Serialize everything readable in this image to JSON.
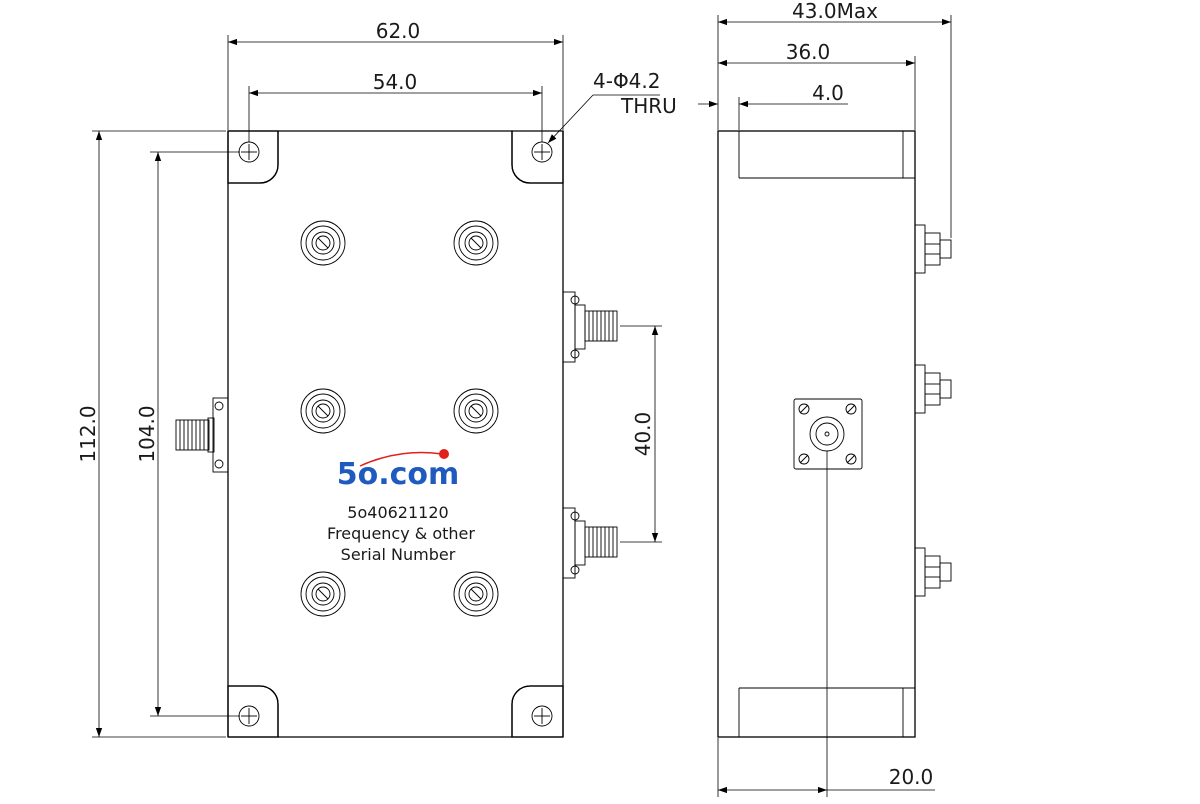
{
  "dimensions": {
    "width_overall": "62.0",
    "hole_spacing_x": "54.0",
    "height_overall": "112.0",
    "hole_spacing_y": "104.0",
    "port_spacing": "40.0",
    "depth_max": "43.0Max",
    "depth_body": "36.0",
    "flange_thickness": "4.0",
    "connector_offset": "20.0"
  },
  "hole_callout": {
    "spec": "4-Φ4.2",
    "type": "THRU"
  },
  "label": {
    "brand": "5o.com",
    "part_number": "5o40621120",
    "line1": "Frequency & other",
    "line2": "Serial Number"
  },
  "colors": {
    "brand_text": "#1f5bbf",
    "brand_dot": "#e0201c",
    "line": "#000000"
  }
}
